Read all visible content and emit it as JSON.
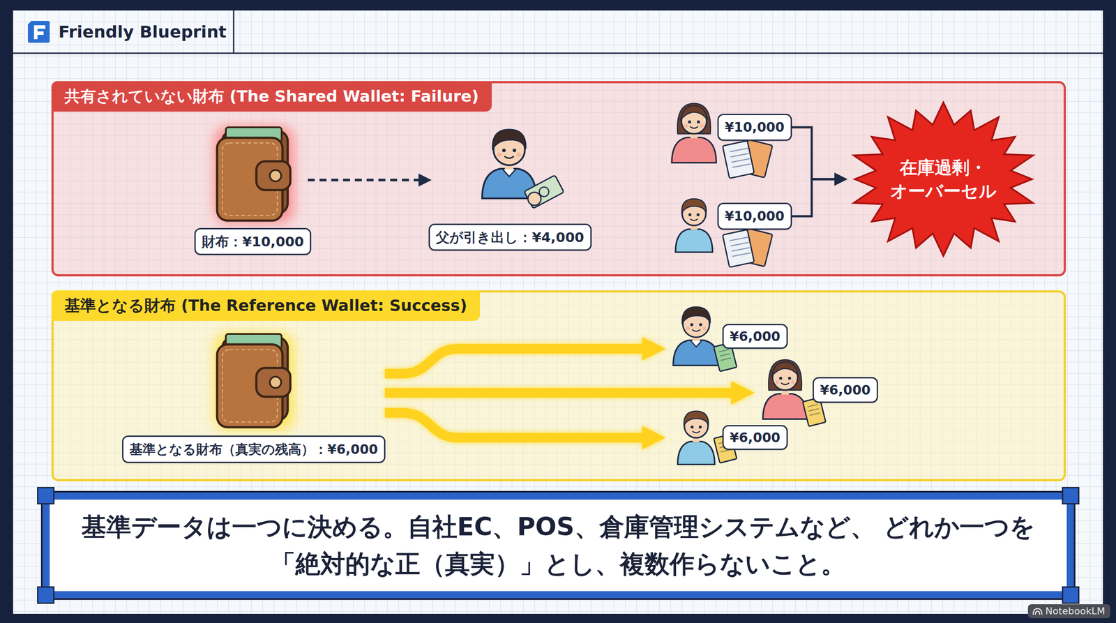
{
  "diagram": {
    "caption": "基準データは一つに決める。自社EC、POS、倉庫管理システムなど、 どれか一つを「絶対的な正（真実）」とし、複数作らないこと。",
    "nodes": [
      {
        "text": [
          "共有されていない財布 (The Shared Wallet: Failure)"
        ]
      },
      {
        "text": [
          "財布：¥10,000"
        ],
        "in": 0
      },
      {
        "text": [
          "父が引き出し：¥4,000"
        ],
        "in": 0
      },
      {
        "text": [
          "¥10,000"
        ],
        "in": 0
      },
      {
        "text": [
          "¥10,000"
        ],
        "in": 0
      },
      {
        "text": [
          "在庫過剰・ オーバーセル"
        ],
        "in": 0
      },
      {
        "text": [
          "基準となる財布 (The Reference Wallet: Success)"
        ]
      },
      {
        "text": [
          "基準となる財布（真実の残高）：¥6,000"
        ],
        "in": 6
      },
      {
        "text": [
          "¥6,000"
        ],
        "in": 6
      },
      {
        "text": [
          "¥6,000"
        ],
        "in": 6
      },
      {
        "text": [
          "¥6,000"
        ],
        "in": 6
      }
    ],
    "edges": [
      {
        "from": 1,
        "to": 2,
        "arrow": "to"
      },
      {
        "from": 3,
        "to": 5,
        "arrow": "to"
      },
      {
        "from": 4,
        "to": 5,
        "arrow": "to"
      },
      {
        "from": 7,
        "to": 8,
        "arrow": "to"
      },
      {
        "from": 7,
        "to": 9,
        "arrow": "to"
      },
      {
        "from": 7,
        "to": 10,
        "arrow": "to"
      }
    ],
    "labels": [
      "Friendly Blueprint",
      "NotebookLM"
    ]
  }
}
